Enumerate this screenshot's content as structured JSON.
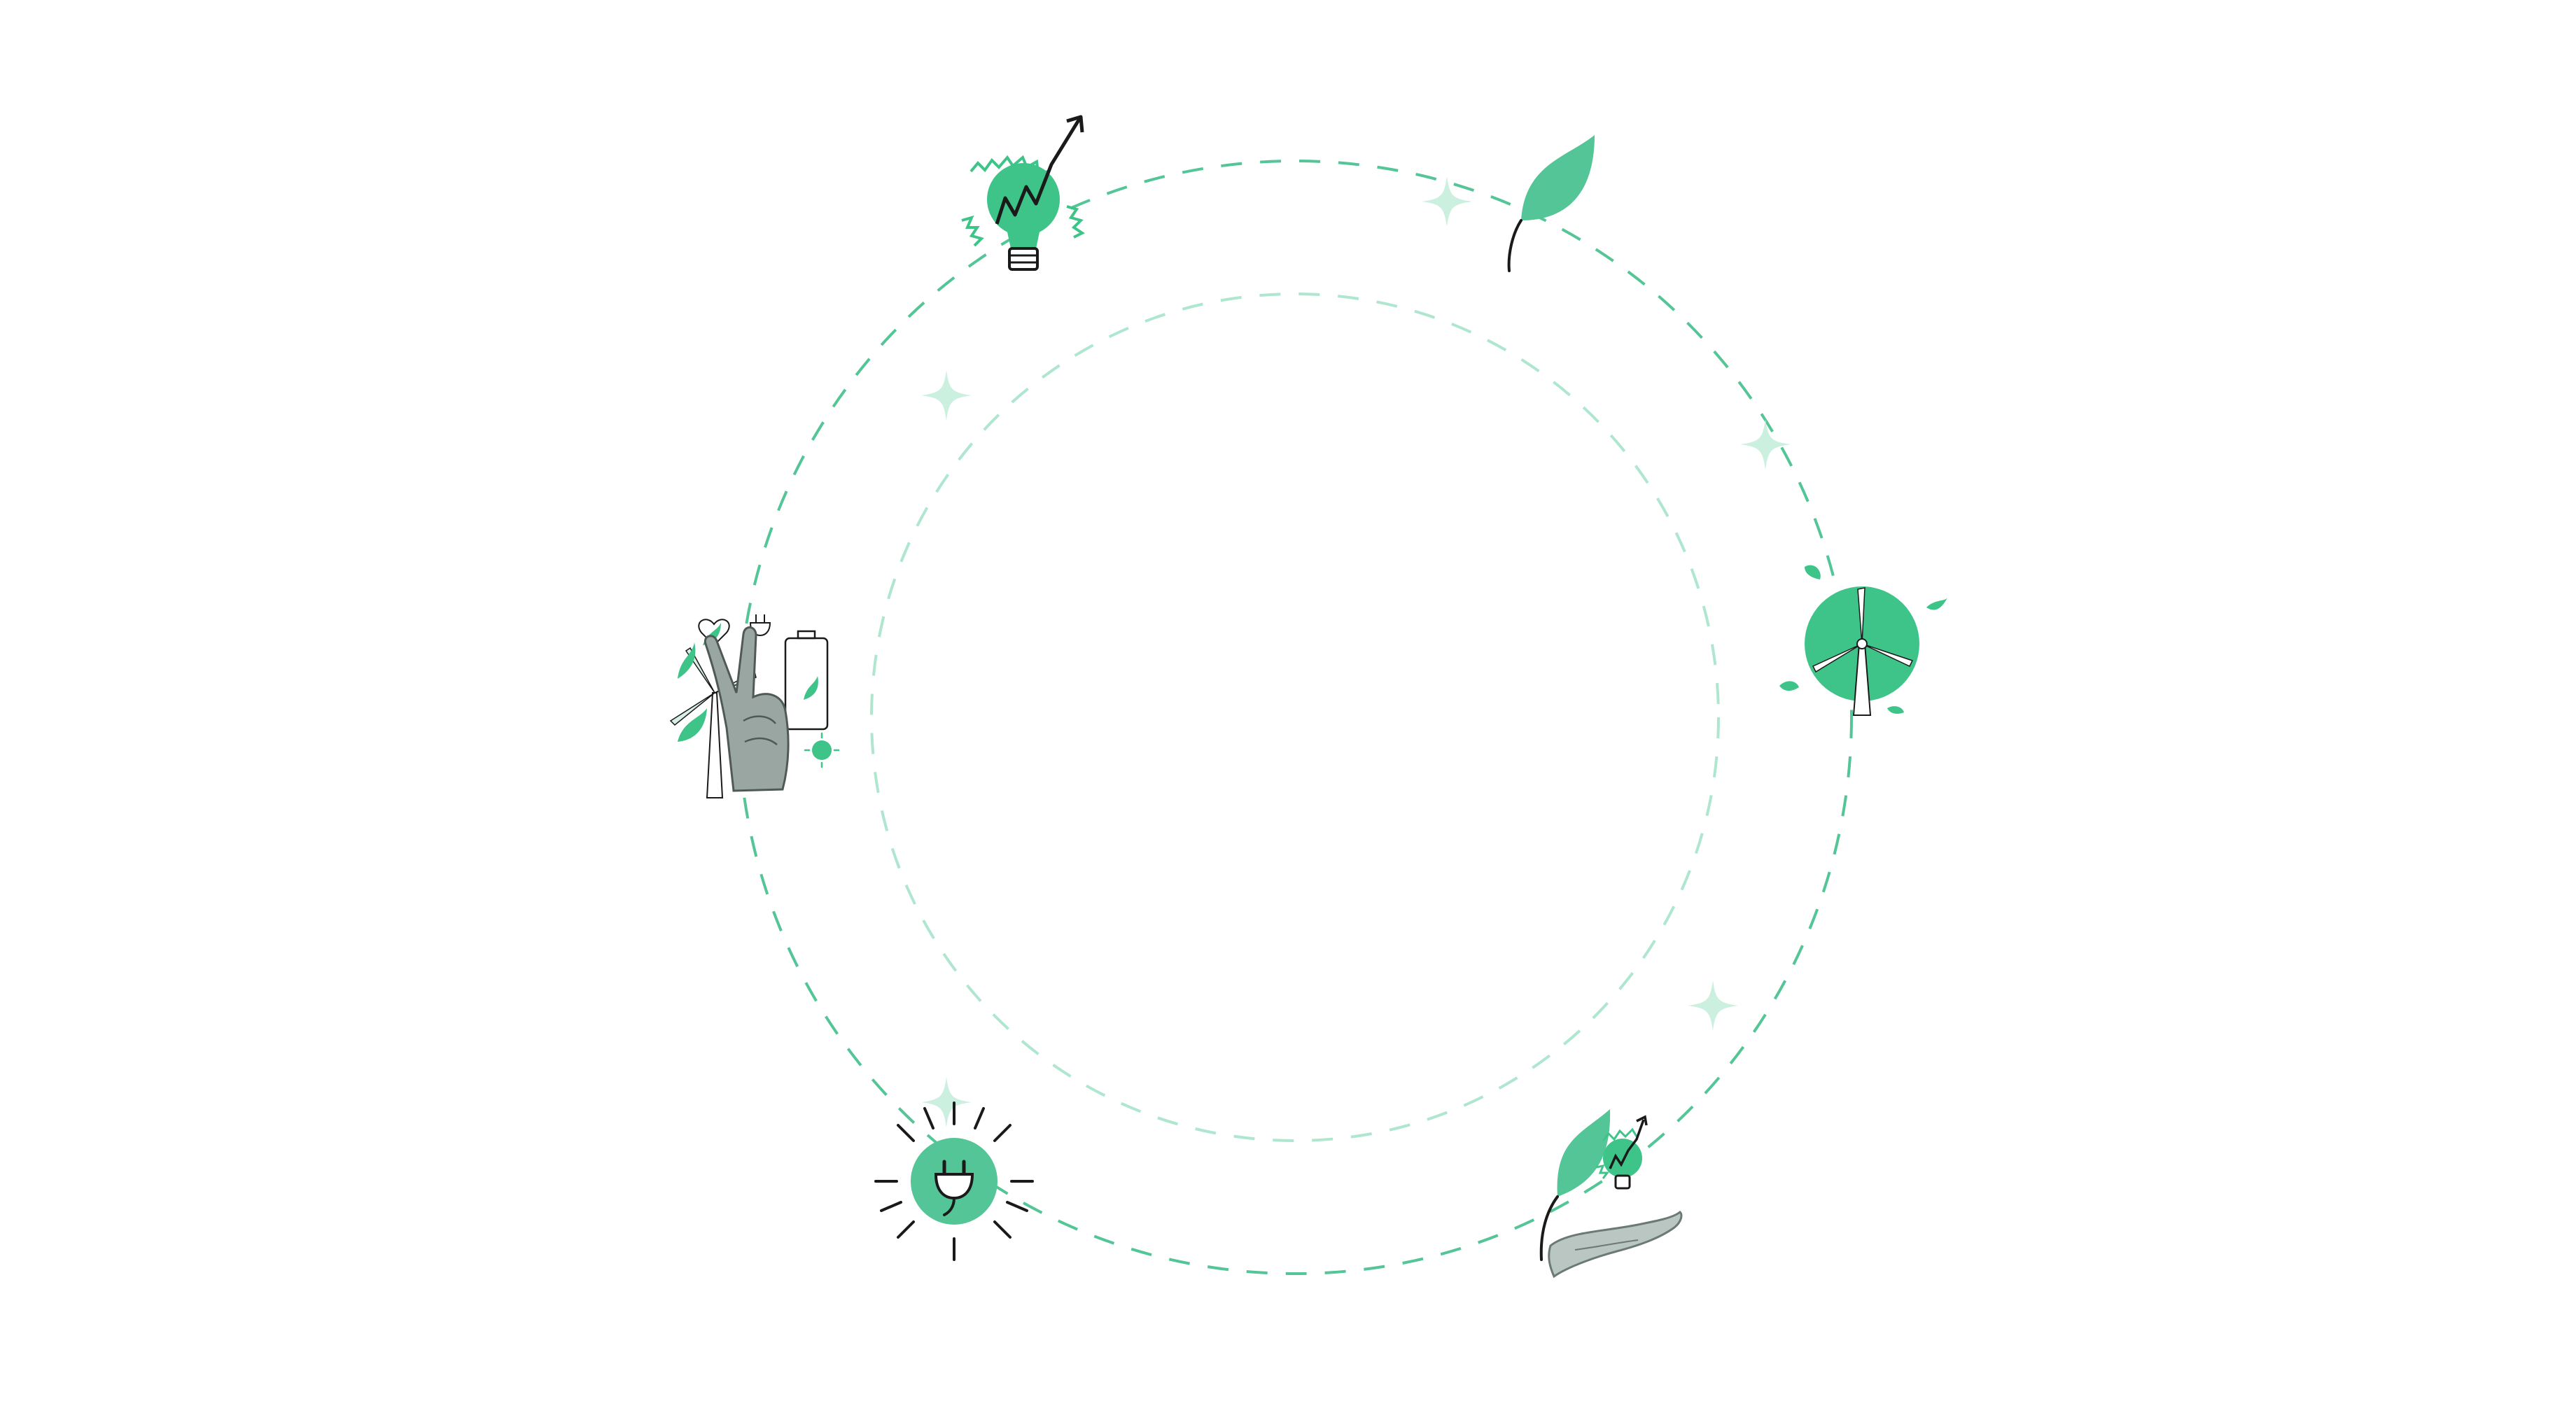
{
  "colors": {
    "background": "#ffffff",
    "primary_green": "#3ec489",
    "ring_outer": "#54c596",
    "ring_inner": "#aee6cf",
    "sparkle": "#cbf0df",
    "ink": "#1a1a1a",
    "hand_gray": "#8f9b97"
  },
  "illustrations": [
    {
      "icon": "lightbulb-growth-icon"
    },
    {
      "icon": "leaf-icon"
    },
    {
      "icon": "wind-turbine-globe-icon"
    },
    {
      "icon": "hand-bulb-leaf-icon"
    },
    {
      "icon": "plug-sun-icon"
    },
    {
      "icon": "peace-hand-energy-icon"
    }
  ],
  "decorations": {
    "sparkle_count": 5,
    "rings": [
      "outer-dashed-ring",
      "inner-dashed-ring"
    ]
  }
}
